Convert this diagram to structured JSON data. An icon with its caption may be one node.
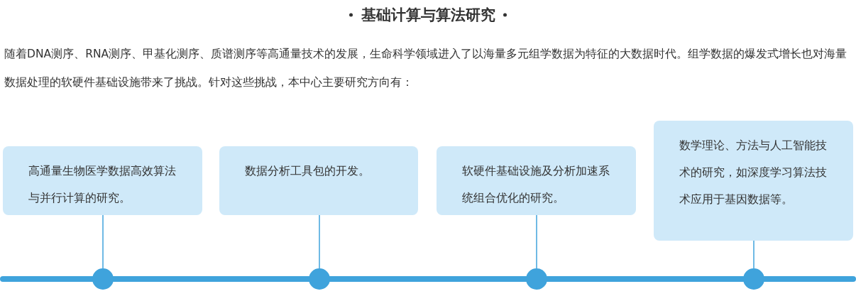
{
  "diagram": {
    "title": "基础计算与算法研究",
    "nodes": [
      {
        "text": [
          "高通量生物医学数据高效算法与并行计算的研究。"
        ]
      },
      {
        "text": [
          "数据分析工具包的开发。"
        ]
      },
      {
        "text": [
          "软硬件基础设施及分析加速系统组合优化的研究。"
        ]
      },
      {
        "text": [
          "数学理论、方法与人工智能技术的研究，如深度学习算法技术应用于基因数据等。"
        ]
      },
      {
        "text": [],
        "shape": "circle"
      },
      {
        "text": [],
        "shape": "circle"
      },
      {
        "text": [],
        "shape": "circle"
      },
      {
        "text": [],
        "shape": "circle"
      }
    ],
    "edges": [
      {
        "from": 0,
        "to": 4,
        "arrow": "none"
      },
      {
        "from": 1,
        "to": 5,
        "arrow": "none"
      },
      {
        "from": 2,
        "to": 6,
        "arrow": "none"
      },
      {
        "from": 3,
        "to": 7,
        "arrow": "none"
      }
    ],
    "labels": [
      "随着DNA测序、RNA测序、甲基化测序、质谱测序等高通量技术的发展，生命科学领域进入了以海量多元组学数据为特征的大数据时代。组学数据的爆发式增长也对海量数据处理的软硬件基础设施带来了挑战。针对这些挑战，本中心主要研究方向有："
    ]
  }
}
